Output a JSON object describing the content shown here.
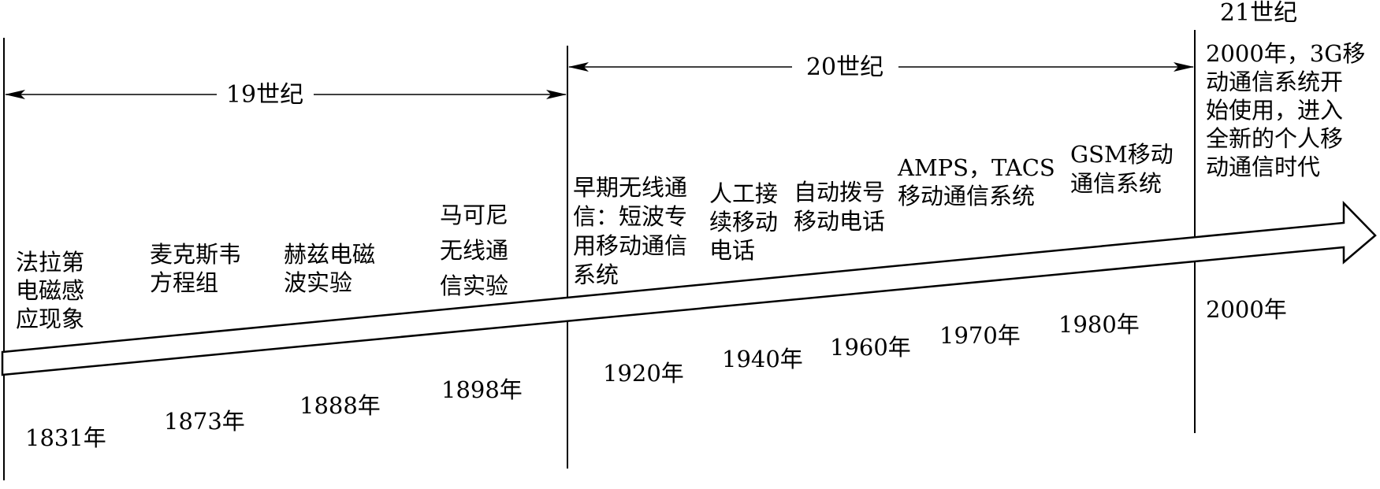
{
  "centuries": [
    {
      "id": "19",
      "label": "19世纪"
    },
    {
      "id": "20",
      "label": "20世纪"
    },
    {
      "id": "21",
      "label": "21世纪"
    }
  ],
  "events": [
    {
      "id": "1831",
      "year": "1831年",
      "lines": [
        "法拉第",
        "电磁感",
        "应现象"
      ]
    },
    {
      "id": "1873",
      "year": "1873年",
      "lines": [
        "麦克斯韦",
        "方程组"
      ]
    },
    {
      "id": "1888",
      "year": "1888年",
      "lines": [
        "赫兹电磁",
        "波实验"
      ]
    },
    {
      "id": "1898",
      "year": "1898年",
      "lines": [
        "马可尼",
        "无线通",
        "信实验"
      ]
    },
    {
      "id": "1920",
      "year": "1920年",
      "lines": [
        "早期无线通",
        "信：短波专",
        "用移动通信",
        "系统"
      ]
    },
    {
      "id": "1940",
      "year": "1940年",
      "lines": [
        "人工接",
        "续移动",
        "电话"
      ]
    },
    {
      "id": "1960",
      "year": "1960年",
      "lines": [
        "自动拨号",
        "移动电话"
      ]
    },
    {
      "id": "1970",
      "year": "1970年",
      "lines": [
        "AMPS，TACS",
        "移动通信系统"
      ]
    },
    {
      "id": "1980",
      "year": "1980年",
      "lines": [
        "GSM移动",
        "通信系统"
      ]
    },
    {
      "id": "2000",
      "year": "2000年",
      "lines": [
        "2000年，3G移",
        "动通信系统开",
        "始使用，进入",
        "全新的个人移",
        "动通信时代"
      ]
    }
  ]
}
